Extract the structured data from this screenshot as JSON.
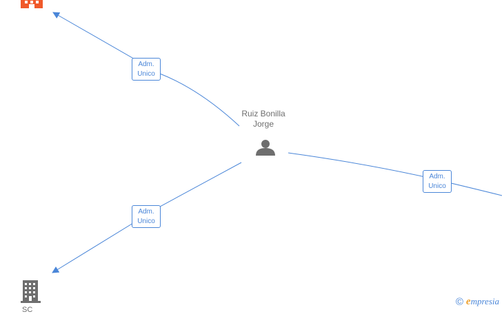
{
  "person": {
    "name_line1": "Ruiz Bonilla",
    "name_line2": "Jorge",
    "icon": "person-icon"
  },
  "edges": [
    {
      "id": "edge-top-left",
      "label_line1": "Adm.",
      "label_line2": "Unico"
    },
    {
      "id": "edge-bottom-left",
      "label_line1": "Adm.",
      "label_line2": "Unico"
    },
    {
      "id": "edge-right",
      "label_line1": "Adm.",
      "label_line2": "Unico"
    }
  ],
  "companies": [
    {
      "id": "company-top-left",
      "icon": "building-icon",
      "color": "#f0592a"
    },
    {
      "id": "company-bottom-left",
      "icon": "building-icon",
      "color": "#6e6e6e",
      "label_partial": "SC"
    }
  ],
  "colors": {
    "edge": "#4a86d8",
    "person": "#6e6e6e",
    "text": "#6e6e6e"
  },
  "brand": {
    "copyright_symbol": "©",
    "name_initial": "e",
    "name_rest": "mpresia"
  }
}
